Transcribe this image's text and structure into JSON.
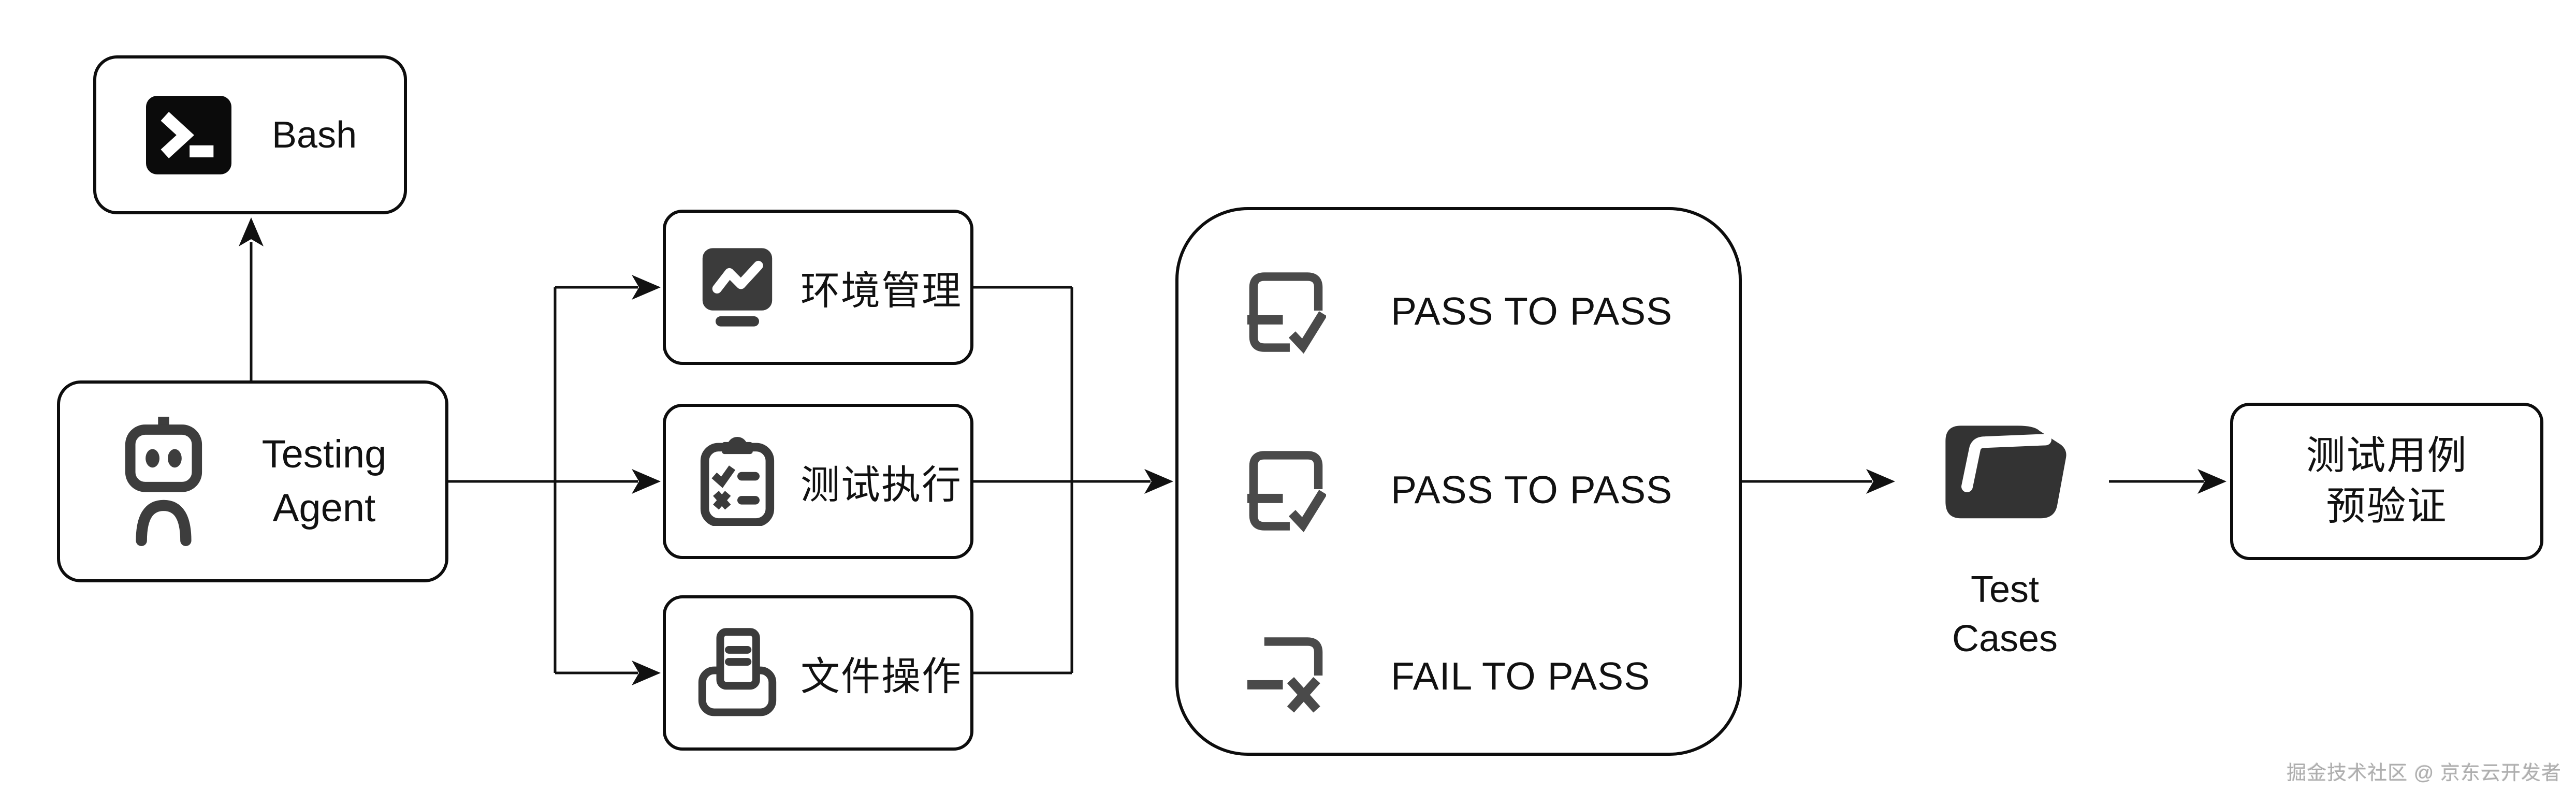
{
  "diagram": {
    "bash": {
      "label": "Bash",
      "icon": "terminal-icon"
    },
    "agent": {
      "line1": "Testing",
      "line2": "Agent",
      "icon": "robot-icon"
    },
    "tools": [
      {
        "label": "环境管理",
        "icon": "chart-board-icon"
      },
      {
        "label": "测试执行",
        "icon": "clipboard-checklist-icon"
      },
      {
        "label": "文件操作",
        "icon": "document-tray-icon"
      }
    ],
    "results": [
      {
        "label": "PASS TO PASS",
        "icon": "document-check-icon"
      },
      {
        "label": "PASS TO PASS",
        "icon": "document-check-icon"
      },
      {
        "label": "FAIL TO PASS",
        "icon": "document-x-icon"
      }
    ],
    "testcases": {
      "line1": "Test",
      "line2": "Cases",
      "icon": "folder-icon"
    },
    "prevalidation": {
      "line1": "测试用例",
      "line2": "预验证"
    }
  },
  "colors": {
    "line": "#111111",
    "box_border": "#0d0d0d",
    "bash_icon": "#0b0b0b",
    "robot_icon": "#3d3d3d",
    "tool_icon": "#3b3b3b",
    "result_icon": "#4a4a4a",
    "folder_icon": "#333333",
    "watermark": "#aeaeae"
  },
  "watermark": "掘金技术社区 @ 京东云开发者"
}
